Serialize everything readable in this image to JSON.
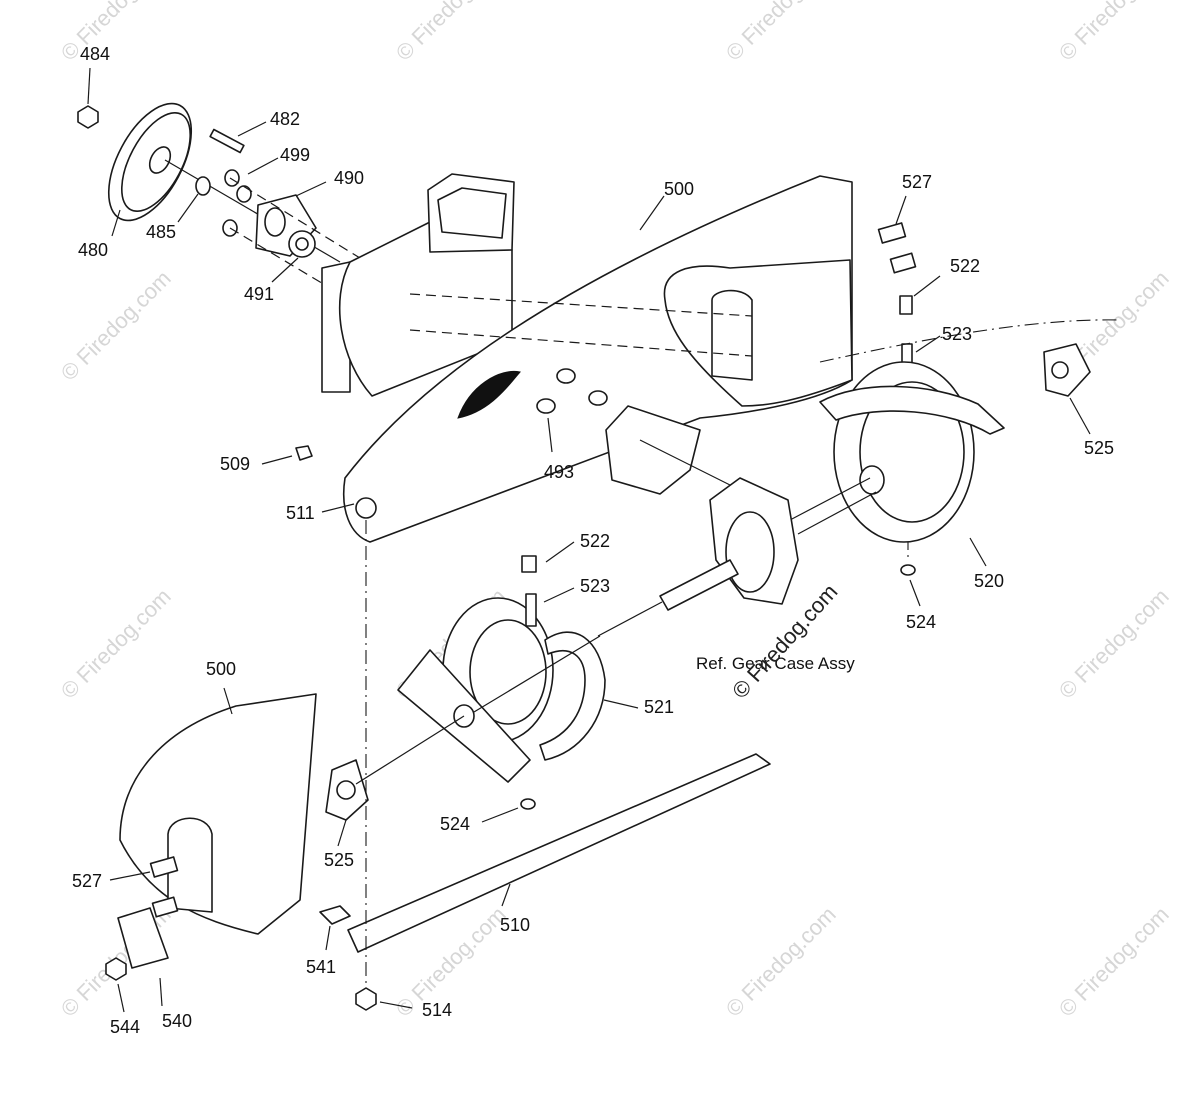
{
  "diagram": {
    "part_labels": [
      "484",
      "482",
      "499",
      "490",
      "500",
      "527",
      "522",
      "480",
      "485",
      "491",
      "523",
      "525",
      "509",
      "493",
      "511",
      "520",
      "524",
      "522",
      "523",
      "500",
      "521",
      "524",
      "527",
      "525",
      "510",
      "541",
      "540",
      "544",
      "514"
    ],
    "reference_note": "Ref. Gear Case Assy",
    "watermark_text": "© Firedog.com",
    "colors": {
      "line": "#1a1a1a",
      "watermark": "#d6d6d6",
      "background": "#ffffff"
    }
  }
}
